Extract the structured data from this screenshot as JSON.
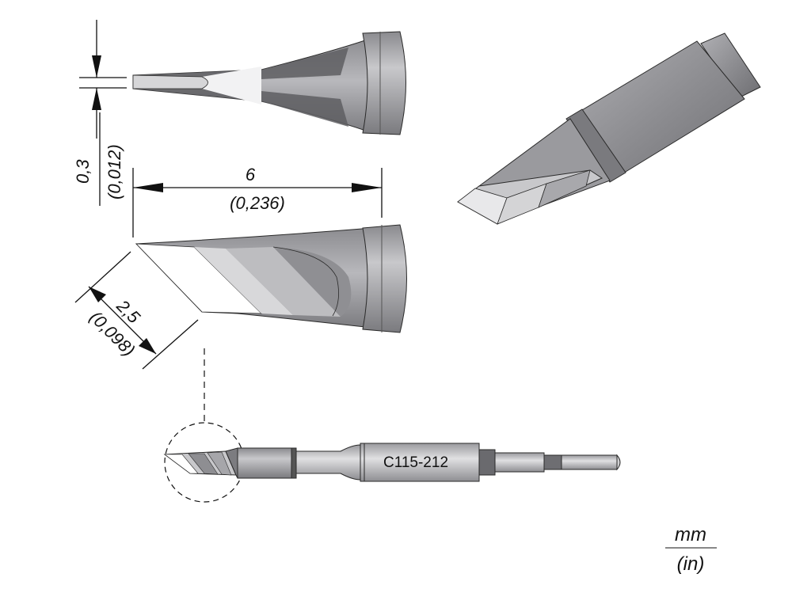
{
  "dimensions": {
    "thickness": {
      "mm": "0,3",
      "in": "(0,012)"
    },
    "length": {
      "mm": "6",
      "in": "(0,236)"
    },
    "blade_width": {
      "mm": "2,5",
      "in": "(0,098)"
    }
  },
  "model_label": "C115-212",
  "units_legend": {
    "top": "mm",
    "bottom": "(in)"
  },
  "colors": {
    "metal_dark": "#6f6f73",
    "metal_mid": "#a6a6aa",
    "metal_light": "#d2d2d4",
    "outline": "#2a2a2a"
  }
}
